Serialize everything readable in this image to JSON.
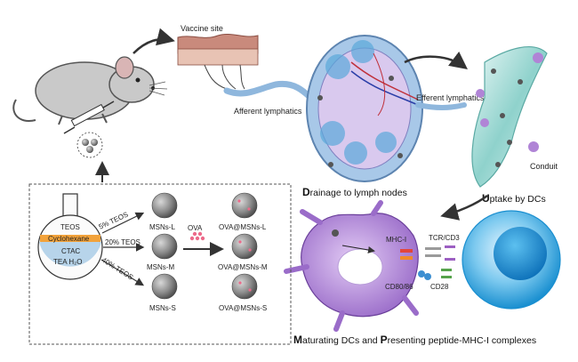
{
  "labels": {
    "vaccine_site": "Vaccine site",
    "afferent_lymphatics": "Afferent lymphatics",
    "efferent_lymphatics": "Efferent  lymphatics",
    "conduit": "Conduit",
    "mhc_i": "MHC-I",
    "tcr_cd3": "TCR/CD3",
    "cd80_86": "CD80/86",
    "cd28": "CD28",
    "ova": "OVA",
    "flask_teos": "TEOS",
    "flask_cyclohexane": "Cyclohexane",
    "flask_ctac": "CTAC",
    "flask_tea_h2o": "TEA  H₂O",
    "teos_5": "5% TEOS",
    "teos_20": "20% TEOS",
    "teos_40": "40% TEOS",
    "msns_l": "MSNs-L",
    "msns_m": "MSNs-M",
    "msns_s": "MSNs-S",
    "ova_msns_l": "OVA@MSNs-L",
    "ova_msns_m": "OVA@MSNs-M",
    "ova_msns_s": "OVA@MSNs-S"
  },
  "captions": {
    "drainage_initial": "D",
    "drainage_rest": "rainage to lymph nodes",
    "uptake_initial": "U",
    "uptake_rest": "ptake by DCs",
    "maturating_initial": "M",
    "maturating_rest": "aturating DCs and ",
    "presenting_initial": "P",
    "presenting_rest": "resenting peptide-MHC-I complexes"
  },
  "colors": {
    "lymph_node": "#a8c8e8",
    "lymph_inner": "#d9c9ee",
    "dc_cell": "#b38ad8",
    "t_cell": "#2aa7df",
    "cyclohexane_band": "#f2a23a",
    "conduit": "#7fc8c4"
  }
}
